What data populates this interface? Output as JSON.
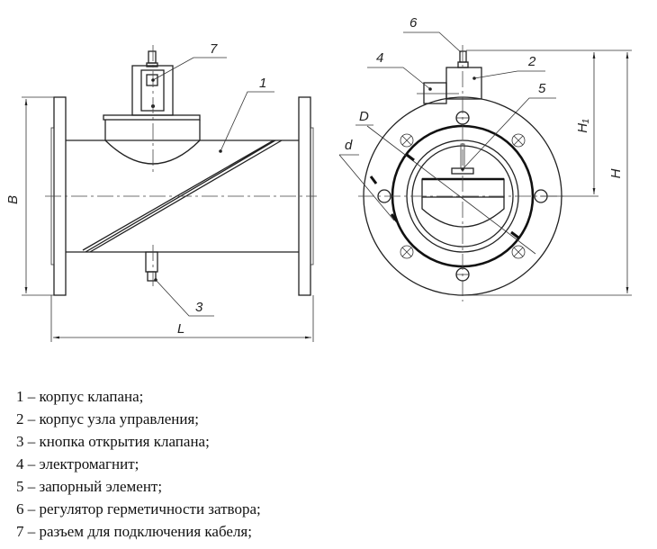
{
  "labels": {
    "p1": "1",
    "p2": "2",
    "p3": "3",
    "p4": "4",
    "p5": "5",
    "p6": "6",
    "p7": "7",
    "B": "B",
    "L": "L",
    "D": "D",
    "d": "d",
    "H1": "H₁",
    "H": "H"
  },
  "legend": [
    "1 – корпус клапана;",
    "2 – корпус узла управления;",
    "3 – кнопка открытия клапана;",
    "4 – электромагнит;",
    "5 – запорный элемент;",
    "6 – регулятор герметичности затвора;",
    "7 – разъем для подключения кабеля;"
  ]
}
